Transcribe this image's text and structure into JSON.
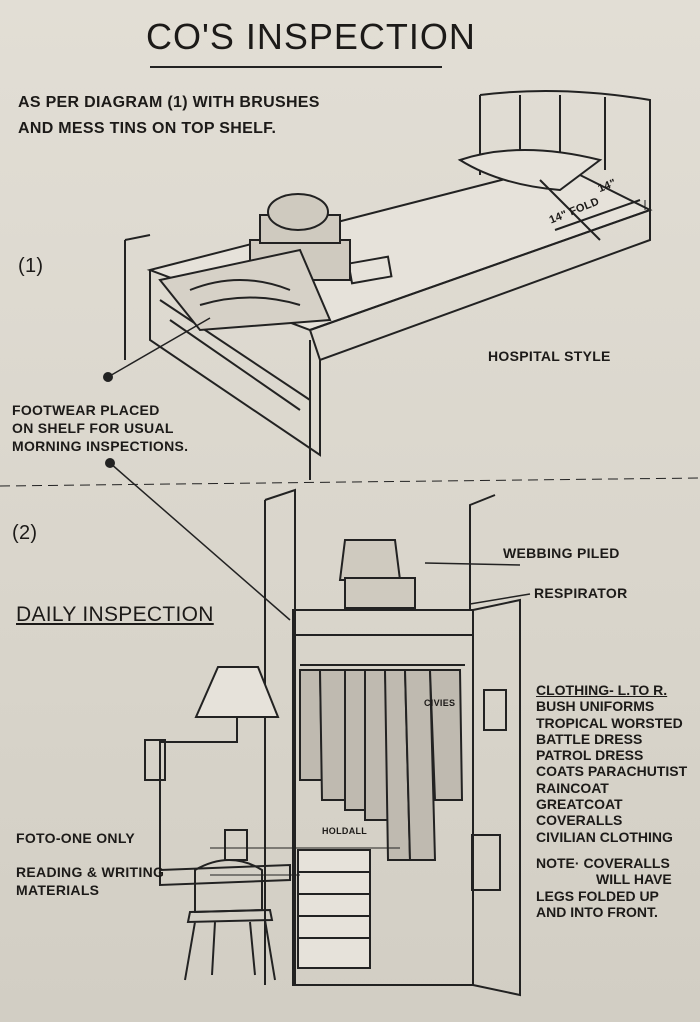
{
  "title": "CO'S INSPECTION",
  "intro": [
    "AS PER DIAGRAM (1) WITH BRUSHES",
    "AND MESS TINS ON TOP SHELF."
  ],
  "diagram1": {
    "number": "(1)",
    "hospital_style": "HOSPITAL STYLE",
    "fold_label": "14\" FOLD",
    "fold_width": "14\"",
    "footwear_note": [
      "FOOTWEAR PLACED",
      "ON SHELF FOR USUAL",
      "MORNING INSPECTIONS."
    ]
  },
  "diagram2": {
    "number": "(2)",
    "heading": "DAILY INSPECTION",
    "webbing": "WEBBING PILED",
    "respirator": "RESPIRATOR",
    "civies": "CIVIES",
    "holdall": "HOLDALL",
    "foto": "FOTO-ONE ONLY",
    "reading": [
      "READING & WRITING",
      "MATERIALS"
    ],
    "clothing_heading": "CLOTHING- L.TO R.",
    "clothing_items": [
      "BUSH UNIFORMS",
      "TROPICAL WORSTED",
      "BATTLE DRESS",
      "PATROL DRESS",
      "COATS PARACHUTIST",
      "RAINCOAT",
      "GREATCOAT",
      "COVERALLS",
      "CIVILIAN CLOTHING"
    ],
    "note": [
      "NOTE· COVERALLS",
      "WILL HAVE",
      "LEGS FOLDED UP",
      "AND INTO FRONT."
    ]
  }
}
